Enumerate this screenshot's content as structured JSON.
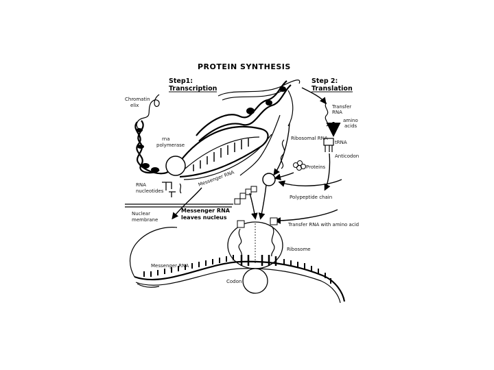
{
  "title": "PROTEIN SYNTHESIS",
  "step1": {
    "line1": "Step1:",
    "line2": "Transcription"
  },
  "step2": {
    "line1": "Step 2:",
    "line2": "Translation"
  },
  "labels": {
    "chromatin_1": "Chromatin",
    "chromatin_2": "elix",
    "rna_polymerase_1": "rna",
    "rna_polymerase_2": "polymerase",
    "transfer_rna_1": "Transfer",
    "transfer_rna_2": "RNA",
    "amino_acids_1": "amino",
    "amino_acids_2": "acids",
    "trna": "tRNA",
    "ribosomal_rna": "Ribosomal RNA",
    "anticodon": "Anticodon",
    "proteins": "Proteins",
    "messenger_rna_strand": "Messenger RNA",
    "rna_nucleotides_1": "RNA",
    "rna_nucleotides_2": "nucleotides",
    "polypeptide_chain": "Polypeptide chain",
    "nuclear_membrane_1": "Nuclear",
    "nuclear_membrane_2": "membrane",
    "mrna_leaves_1": "Messenger RNA",
    "mrna_leaves_2": "leaves nucleus",
    "trna_with_amino_acid": "Transfer RNA with amino acid",
    "ribosome": "Ribosome",
    "messenger_rna": "Messenger RNA",
    "codon": "Codon"
  }
}
